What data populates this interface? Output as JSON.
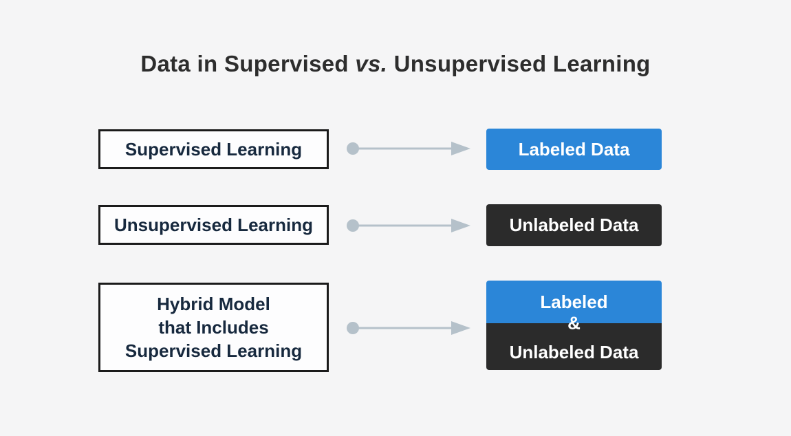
{
  "title": {
    "part1": "Data in Supervised",
    "vs": "vs.",
    "part2": "Unsupervised Learning"
  },
  "colors": {
    "background": "#f5f5f6",
    "box_fill": "#fdfdfe",
    "box_border": "#1b1b1b",
    "navy_text": "#17293e",
    "blue": "#2b86d8",
    "dark": "#2b2b2b",
    "white_text": "#ffffff",
    "arrow": "#b5c1ca",
    "title_text": "#2d2d2d"
  },
  "rows": [
    {
      "source": "Supervised Learning",
      "target": "Labeled Data",
      "target_color": "blue"
    },
    {
      "source": "Unsupervised Learning",
      "target": "Unlabeled Data",
      "target_color": "dark"
    },
    {
      "source_lines": [
        "Hybrid Model",
        "that Includes",
        "Supervised Learning"
      ],
      "target": {
        "labeled": "Labeled",
        "amp": "&",
        "unlabeled": "Unlabeled Data"
      },
      "target_color": "blue+dark"
    }
  ]
}
